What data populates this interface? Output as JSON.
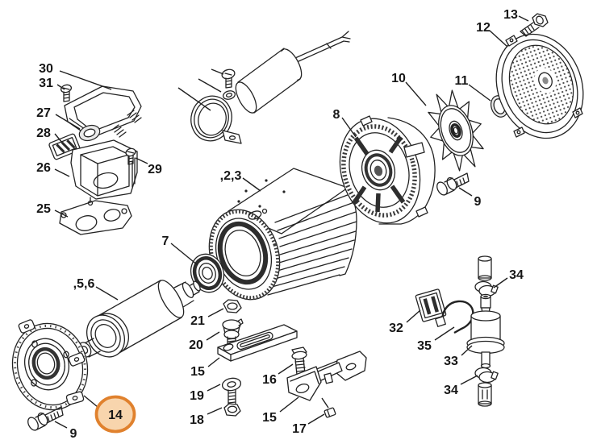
{
  "diagram": {
    "background_color": "#ffffff",
    "line_color": "#1f1f1f",
    "highlight": {
      "fill": "#f8d5ad",
      "ring": "#e0812d",
      "text": "#2b2b2b"
    },
    "callouts": {
      "c30": {
        "label": "30"
      },
      "c31": {
        "label": "31"
      },
      "c27": {
        "label": "27"
      },
      "c28": {
        "label": "28"
      },
      "c26": {
        "label": "26"
      },
      "c29": {
        "label": "29"
      },
      "c25": {
        "label": "25"
      },
      "c2_3": {
        "label": ",2,3"
      },
      "c7": {
        "label": "7"
      },
      "c5_6": {
        "label": ",5,6"
      },
      "c8": {
        "label": "8"
      },
      "c10": {
        "label": "10"
      },
      "c11": {
        "label": "11"
      },
      "c9_right": {
        "label": "9"
      },
      "c12": {
        "label": "12"
      },
      "c13": {
        "label": "13"
      },
      "c21": {
        "label": "21"
      },
      "c20": {
        "label": "20"
      },
      "c15_upper": {
        "label": "15"
      },
      "c19": {
        "label": "19"
      },
      "c18": {
        "label": "18"
      },
      "c16": {
        "label": "16"
      },
      "c15_lower": {
        "label": "15"
      },
      "c17": {
        "label": "17"
      },
      "c32": {
        "label": "32"
      },
      "c35": {
        "label": "35"
      },
      "c33": {
        "label": "33"
      },
      "c34_upper": {
        "label": "34"
      },
      "c34_lower": {
        "label": "34"
      },
      "c14": {
        "label": "14",
        "highlighted": true
      },
      "c9_bottom": {
        "label": "9"
      }
    }
  }
}
